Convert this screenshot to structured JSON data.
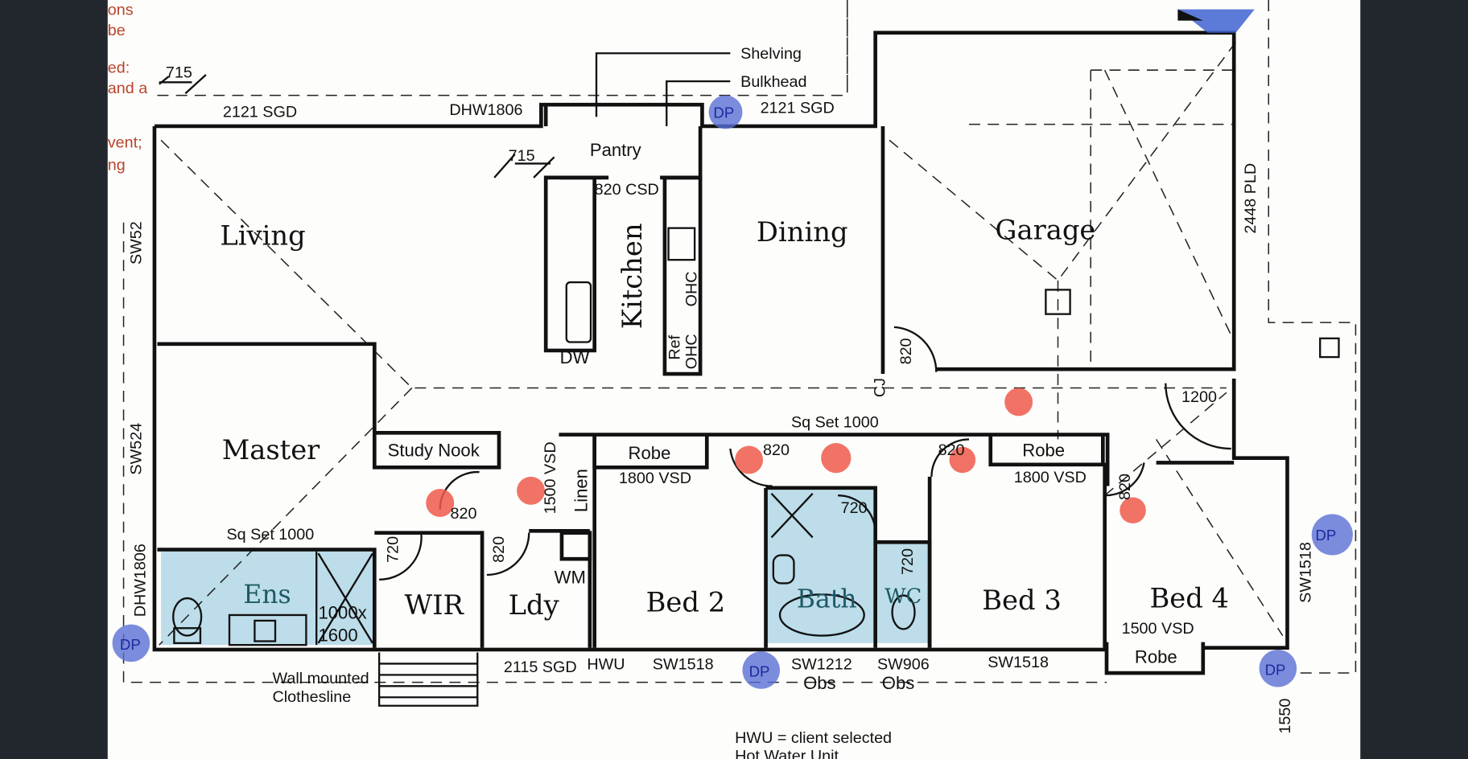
{
  "notes": [
    "ons",
    "be",
    "ed:",
    "and a",
    "vent;",
    "ng"
  ],
  "rooms": {
    "living": "Living",
    "kitchen": "Kitchen",
    "dining": "Dining",
    "garage": "Garage",
    "master": "Master",
    "ens": "Ens",
    "wir": "WIR",
    "ldy": "Ldy",
    "bed2": "Bed 2",
    "bath": "Bath",
    "wc": "WC",
    "bed3": "Bed 3",
    "bed4": "Bed 4"
  },
  "labels": {
    "shelving": "Shelving",
    "bulkhead": "Bulkhead",
    "pantry": "Pantry",
    "study_nook": "Study Nook",
    "robe": "Robe",
    "linen": "Linen",
    "dim715": "715",
    "sgd2121": "2121 SGD",
    "dhw1806": "DHW1806",
    "csd820": "820 CSD",
    "sw52": "SW52",
    "sw524": "SW524",
    "pld2448": "2448 PLD",
    "ohc": "OHC",
    "ref": "Ref",
    "dw": "DW",
    "cj": "CJ",
    "d820": "820",
    "d720": "720",
    "d1200": "1200",
    "sqset": "Sq Set 1000",
    "vsd1800": "1800 VSD",
    "vsd1500": "1500 VSD",
    "shower": "1000x",
    "shower2": "1600",
    "wm": "WM",
    "sgd2115": "2115 SGD",
    "hwu": "HWU",
    "sw1518": "SW1518",
    "sw1212": "SW1212",
    "sw906": "SW906",
    "obs": "Obs",
    "clothes1": "Wall mounted",
    "clothes2": "Clothesline",
    "hwu_note1": "HWU = client selected",
    "hwu_note2": "Hot Water Unit",
    "d1550": "1550",
    "dp": "DP"
  },
  "colors": {
    "wet_area": "#bcdde9",
    "marker_red": "#ef5a4a",
    "marker_blue": "#5a6fd6",
    "note_red": "#b8442c",
    "frame": "#22272e"
  }
}
